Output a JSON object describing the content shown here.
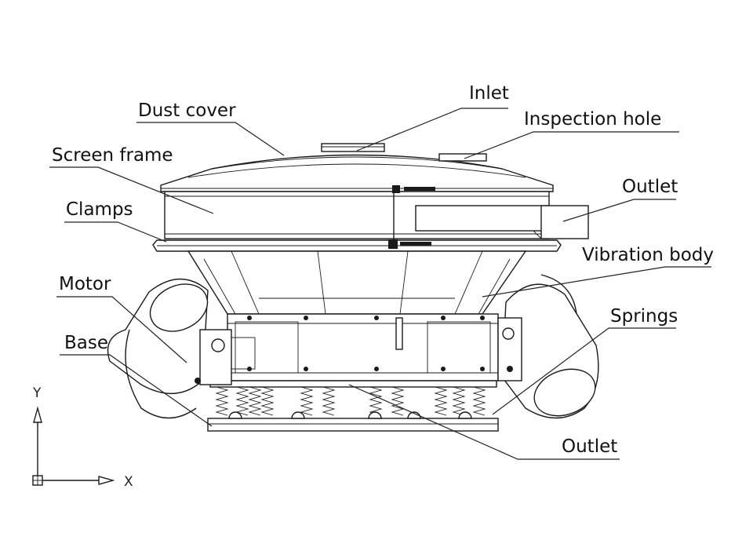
{
  "labels": {
    "dust_cover": "Dust cover",
    "inlet": "Inlet",
    "inspection_hole": "Inspection hole",
    "screen_frame": "Screen frame",
    "outlet_top": "Outlet",
    "clamps": "Clamps",
    "vibration_body": "Vibration body",
    "motor": "Motor",
    "springs": "Springs",
    "base": "Base",
    "outlet_bottom": "Outlet"
  },
  "axes": {
    "y": "Y",
    "x": "X"
  }
}
